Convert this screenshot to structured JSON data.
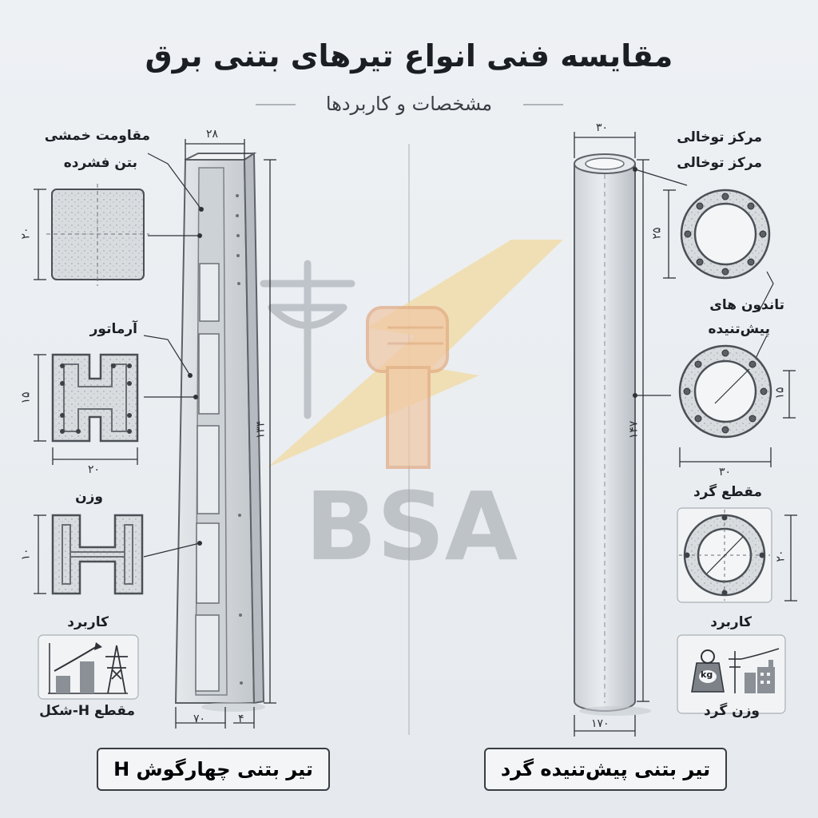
{
  "title": "مقایسه فنی انواع تیرهای بتنی برق",
  "subtitle": "مشخصات و کاربردها",
  "watermark": "BSA",
  "colors": {
    "accent_bolt": "#f2d9a0",
    "fist": "#f0c7a4",
    "pole_gray": "#9aa1a8",
    "line": "#2f3338"
  },
  "left": {
    "heading": "تیر بتنی چهارگوش H",
    "labels": {
      "flexural": "مقاومت خمشی",
      "compressed_concrete": "بتن فشرده",
      "rebar": "آرماتور",
      "weight": "وزن",
      "usage": "کاربرد",
      "h_section": "مقطع H-شکل"
    },
    "dims": {
      "top_width": "۲۸",
      "square_side": "۲۰",
      "rebar_section_height": "۱۵",
      "rebar_section_width": "۲۰",
      "weight_section_height": "۱۰",
      "pole_height": "۱۳۴",
      "base_width": "۷۰",
      "base_depth": "۴"
    }
  },
  "right": {
    "heading": "تیر بتنی پیش‌تنیده گرد",
    "labels": {
      "hollow_core_1": "مرکز توخالی",
      "hollow_core_2": "مرکز توخالی",
      "tendons_1": "تاندون های",
      "tendons_2": "پیش‌تنیده",
      "round_section": "مقطع گرد",
      "usage": "کاربرد",
      "round_weight": "وزن گرد",
      "kg_icon": "kg"
    },
    "dims": {
      "top_diameter": "۳۰",
      "ring1_height": "۲۵",
      "ring2_height": "۱۵",
      "ring2_width": "۳۰",
      "ring3_height": "۲۰",
      "pole_height": "۱۴۷",
      "base_width": "۱۷۰"
    }
  }
}
